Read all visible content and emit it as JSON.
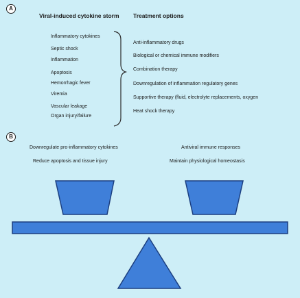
{
  "panel_a": {
    "badge": "A",
    "left_heading": "Viral-induced cytokine storm",
    "right_heading": "Treatment options",
    "left_items": [
      "Inflammatory cytokines",
      "Septic shock",
      "Inflammation",
      "Apoptosis",
      "Hemorrhagic fever",
      "Viremia",
      "Vascular leakage",
      "Organ injury/failure"
    ],
    "right_items": [
      "Anti-inflammatory drugs",
      "Biological or chemical immune modifiers",
      "Combination therapy",
      "Downregulation of inflammation regulatory genes",
      "Supportive therapy (fluid, electrolyte replacements, oxygen",
      "Heat shock therapy"
    ]
  },
  "panel_b": {
    "badge": "B",
    "left_lines": [
      "Downregulate pro-inflammatory cytokines",
      "Reduce apoptosis and tissue injury"
    ],
    "right_lines": [
      "Antiviral immune responses",
      "Maintain physiological homeostasis"
    ]
  },
  "colors": {
    "background": "#cdeef7",
    "shape_fill": "#3f7fd9",
    "shape_dark": "#1c3f80"
  }
}
